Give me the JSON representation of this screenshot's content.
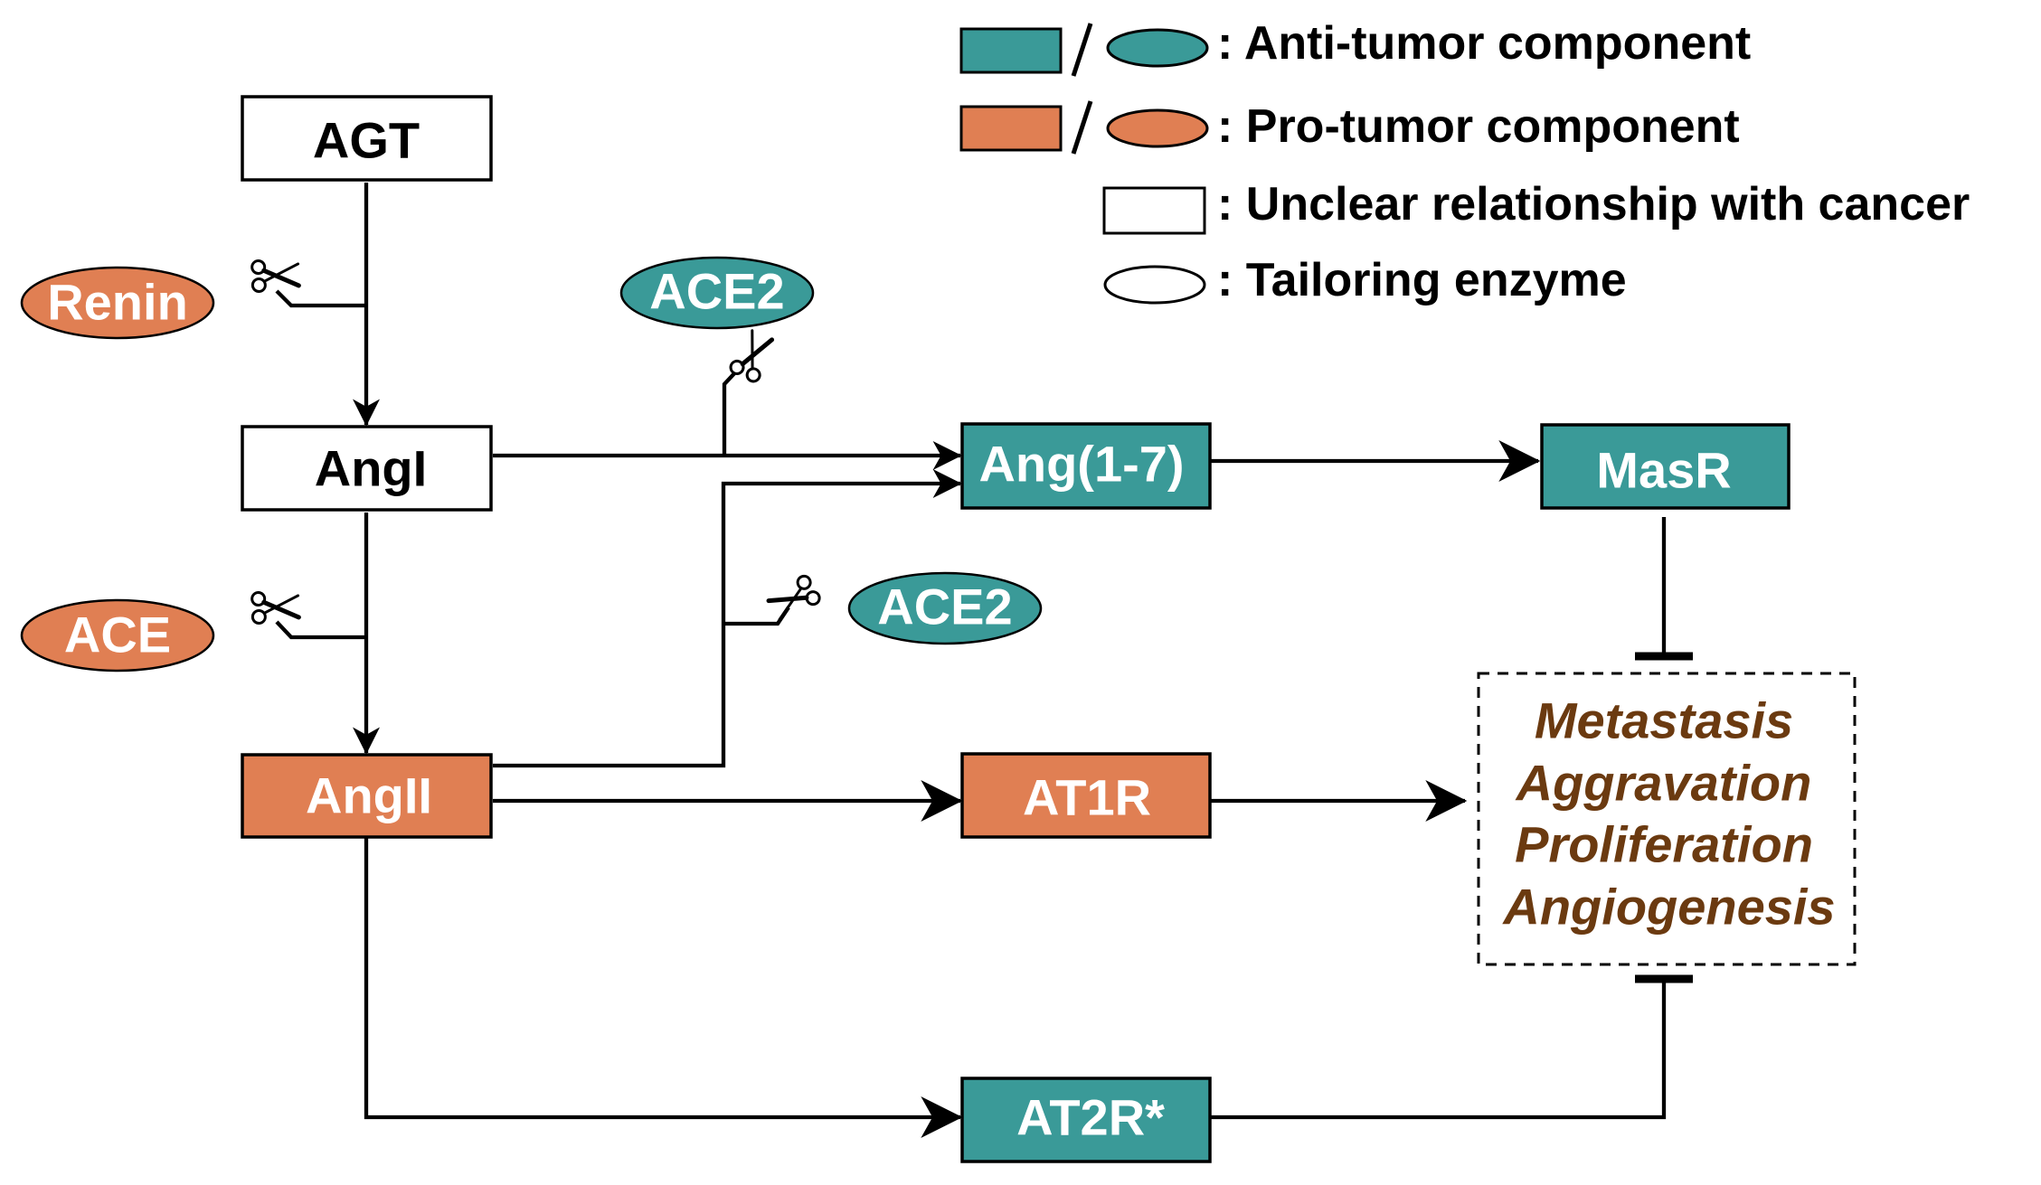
{
  "colors": {
    "anti_tumor": "#3a9a98",
    "pro_tumor": "#e07f53",
    "neutral_fill": "#ffffff",
    "outline": "#000000",
    "light_text": "#ffffff",
    "dark_text": "#000000",
    "outcome_text": "#6b3a10"
  },
  "legend": {
    "anti_tumor": ":  Anti-tumor component",
    "pro_tumor": ":  Pro-tumor component",
    "unclear": ":  Unclear relationship with cancer",
    "enzyme": ":  Tailoring enzyme"
  },
  "nodes": {
    "agt": "AGT",
    "angi": "AngI",
    "angii": "AngII",
    "ang17": "Ang(1-7)",
    "masr": "MasR",
    "at1r": "AT1R",
    "at2r": "AT2R*"
  },
  "enzymes": {
    "renin": "Renin",
    "ace": "ACE",
    "ace2_upper": "ACE2",
    "ace2_lower": "ACE2"
  },
  "outcomes": [
    "Metastasis",
    "Aggravation",
    "Proliferation",
    "Angiogenesis"
  ],
  "icons": {
    "scissors": "scissors-icon",
    "arrow": "arrowhead",
    "inhibit": "inhibition-bar"
  }
}
